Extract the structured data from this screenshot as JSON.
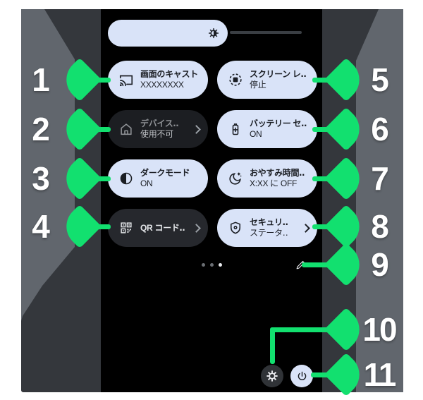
{
  "colors": {
    "accent_green": "#12E06F",
    "surround_gray": "#61666D",
    "surround_dark": "#34373C",
    "phone_bg": "#000000",
    "tile_active_bg": "#D9E3F8",
    "tile_inactive_bg": "#1C1E22",
    "text_on_active": "#1B1E24",
    "text_dim": "#8F9296",
    "number_color": "#FFFFFF"
  },
  "brightness_slider": {
    "icon": "brightness-icon"
  },
  "tiles": [
    {
      "title": "画面のキャスト",
      "subtitle": "XXXXXXXX",
      "icon": "cast-icon",
      "state": "active",
      "chevron": false
    },
    {
      "title": "スクリーン レ‥",
      "subtitle": "停止",
      "icon": "screen-record-icon",
      "state": "active",
      "chevron": false
    },
    {
      "title": "デバイス‥",
      "subtitle": "使用不可",
      "icon": "home-icon",
      "state": "inactive",
      "chevron": true
    },
    {
      "title": "バッテリー セ‥",
      "subtitle": "ON",
      "icon": "battery-saver-icon",
      "state": "active",
      "chevron": false
    },
    {
      "title": "ダークモード",
      "subtitle": "ON",
      "icon": "contrast-icon",
      "state": "active",
      "chevron": false
    },
    {
      "title": "おやすみ時間‥",
      "subtitle": "X:XX に OFF",
      "icon": "bedtime-icon",
      "state": "active",
      "chevron": false
    },
    {
      "title": "QR コード‥",
      "subtitle": "",
      "icon": "qr-scanner-icon",
      "state": "inactive",
      "chevron": true
    },
    {
      "title": "セキュリ‥",
      "subtitle": "ステータ‥",
      "icon": "shield-icon",
      "state": "active",
      "chevron": true
    }
  ],
  "pager": {
    "dot_count": 3,
    "active_dot": 3
  },
  "footer": {
    "settings_icon": "gear-icon",
    "power_icon": "power-icon",
    "edit_icon": "edit-pencil-icon"
  },
  "callouts": [
    {
      "label": "1"
    },
    {
      "label": "2"
    },
    {
      "label": "3"
    },
    {
      "label": "4"
    },
    {
      "label": "5"
    },
    {
      "label": "6"
    },
    {
      "label": "7"
    },
    {
      "label": "8"
    },
    {
      "label": "9"
    },
    {
      "label": "10"
    },
    {
      "label": "11"
    }
  ]
}
